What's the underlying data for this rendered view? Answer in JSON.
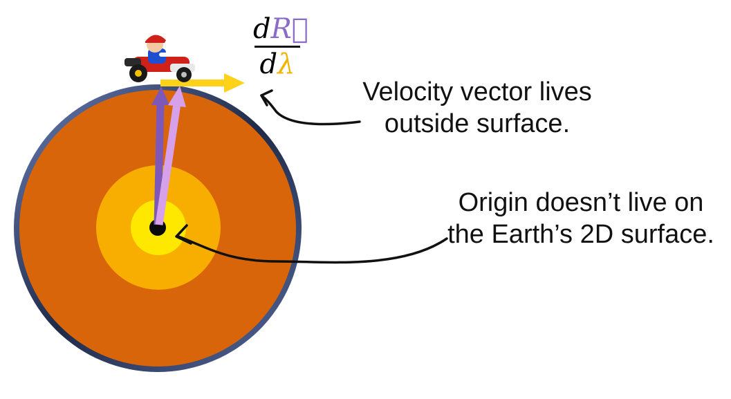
{
  "annotations": {
    "velocity_line1": "Velocity vector lives",
    "velocity_line2": "outside surface.",
    "origin_line1": "Origin doesn’t live on",
    "origin_line2": "the Earth’s 2D surface."
  },
  "derivative": {
    "numerator_d": "d",
    "numerator_R": "R",
    "numerator_arrow": "⃗",
    "denominator_d": "d",
    "denominator_lambda": "λ"
  },
  "colors": {
    "crust": "#d9650b",
    "outer_core": "#f7ae00",
    "inner_core": "#ffe800",
    "rim": "#2a3350",
    "position_arrow_dark": "#7e58b8",
    "position_arrow_light": "#d6a0ea",
    "velocity_arrow": "#ffd21a",
    "numerator_R": "#8a6bc7",
    "denominator_lambda": "#f2b400"
  }
}
